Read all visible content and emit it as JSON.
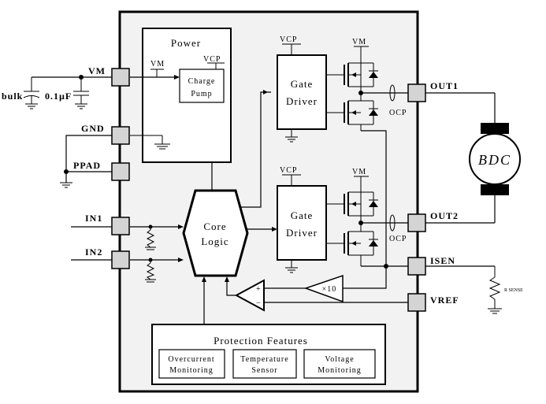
{
  "chip": {
    "power_block": {
      "title": "Power",
      "vm": "VM",
      "vcp": "VCP"
    },
    "charge_pump": {
      "line1": "Charge",
      "line2": "Pump"
    },
    "gate_driver_top": {
      "vcp": "VCP",
      "line1": "Gate",
      "line2": "Driver"
    },
    "gate_driver_bottom": {
      "vcp": "VCP",
      "line1": "Gate",
      "line2": "Driver"
    },
    "core_logic": {
      "line1": "Core",
      "line2": "Logic"
    },
    "amplifier": {
      "gain": "×10"
    },
    "comparator": {
      "plus": "+",
      "minus": "−"
    },
    "bridge_top": {
      "vm": "VM",
      "ocp": "OCP"
    },
    "bridge_bottom": {
      "vm": "VM",
      "ocp": "OCP"
    },
    "protection": {
      "title": "Protection Features",
      "items": [
        {
          "line1": "Overcurrent",
          "line2": "Monitoring"
        },
        {
          "line1": "Temperature",
          "line2": "Sensor"
        },
        {
          "line1": "Voltage",
          "line2": "Monitoring"
        }
      ]
    }
  },
  "pins": {
    "vm": "VM",
    "gnd": "GND",
    "ppad": "PPAD",
    "in1": "IN1",
    "in2": "IN2",
    "out1": "OUT1",
    "out2": "OUT2",
    "isen": "ISEN",
    "vref": "VREF"
  },
  "external": {
    "bulk": "bulk",
    "cap": "0.1µF",
    "motor": "BDC",
    "rsense": "R SENSE"
  }
}
